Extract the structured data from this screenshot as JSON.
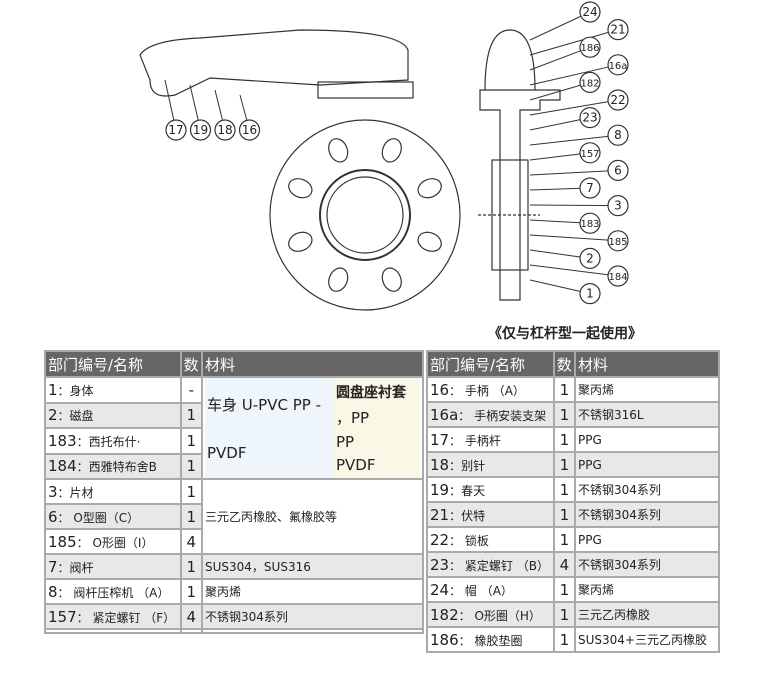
{
  "diagram": {
    "callouts_left": [
      "17",
      "19",
      "18",
      "16"
    ],
    "callouts_right": [
      "24",
      "21",
      "186",
      "16a",
      "182",
      "22",
      "23",
      "8",
      "157",
      "6",
      "7",
      "3",
      "183",
      "185",
      "2",
      "184",
      "1"
    ],
    "caption": "《仅与杠杆型一起使用》"
  },
  "headers": {
    "name": "部门编号/名称",
    "qty": "数",
    "mat": "材料"
  },
  "left_rows": [
    {
      "no": "1",
      "name": "：身体",
      "qty": "-"
    },
    {
      "no": "2",
      "name": "：磁盘",
      "qty": "1"
    },
    {
      "no": "183",
      "name": "：西托布什·",
      "qty": "1"
    },
    {
      "no": "184",
      "name": "：西雅特布舍B",
      "qty": "1"
    },
    {
      "no": "3",
      "name": "：片材",
      "qty": "1"
    },
    {
      "no": "6",
      "name": "： O型圈（C）",
      "qty": "1"
    },
    {
      "no": "185",
      "name": "： O形圈（I）",
      "qty": "4"
    },
    {
      "no": "7",
      "name": "：阀杆",
      "qty": "1",
      "mat": "SUS304，SUS316"
    },
    {
      "no": "8",
      "name": "： 阀杆压榨机 （A）",
      "qty": "1",
      "mat": "聚丙烯"
    },
    {
      "no": "157",
      "name": "： 紧定螺钉 （F）",
      "qty": "4",
      "mat": "不锈钢304系列"
    }
  ],
  "merged1": {
    "body_a": "车身 U-PVC PP -",
    "body_b": "PVDF",
    "seat_title": "圆盘座衬套",
    "seat_a": "，PP",
    "seat_b": "PP",
    "seat_c": "PVDF"
  },
  "merged2": "三元乙丙橡胶、氟橡胶等",
  "right_rows": [
    {
      "no": "16",
      "name": "： 手柄 （A）",
      "qty": "1",
      "mat": "聚丙烯"
    },
    {
      "no": "16a",
      "name": "： 手柄安装支架",
      "qty": "1",
      "mat": "不锈钢316L"
    },
    {
      "no": "17",
      "name": "： 手柄杆",
      "qty": "1",
      "mat": "PPG"
    },
    {
      "no": "18",
      "name": "：别针",
      "qty": "1",
      "mat": "PPG"
    },
    {
      "no": "19",
      "name": "：春天",
      "qty": "1",
      "mat": "不锈钢304系列"
    },
    {
      "no": "21",
      "name": "：伏特",
      "qty": "1",
      "mat": "不锈钢304系列"
    },
    {
      "no": "22",
      "name": "： 锁板",
      "qty": "1",
      "mat": "PPG"
    },
    {
      "no": "23",
      "name": "： 紧定螺钉 （B）",
      "qty": "4",
      "mat": "不锈钢304系列"
    },
    {
      "no": "24",
      "name": "： 帽 （A）",
      "qty": "1",
      "mat": "聚丙烯"
    },
    {
      "no": "182",
      "name": "： O形圈（H）",
      "qty": "1",
      "mat": "三元乙丙橡胶"
    },
    {
      "no": "186",
      "name": "： 橡胶垫圈",
      "qty": "1",
      "mat": "SUS304+三元乙丙橡胶"
    }
  ]
}
